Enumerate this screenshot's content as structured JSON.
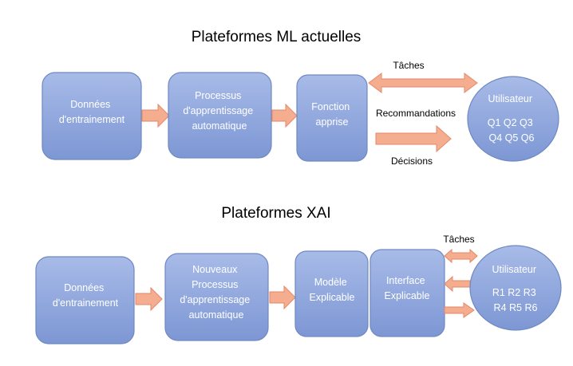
{
  "top": {
    "title": "Plateformes ML actuelles",
    "donnees": [
      "Données",
      "d'entrainement"
    ],
    "processus": [
      "Processus",
      "d'apprentissage",
      "automatique"
    ],
    "fonction": [
      "Fonction",
      "apprise"
    ],
    "utilisateur": [
      "Utilisateur",
      "",
      "Q1 Q2 Q3",
      "Q4 Q5 Q6"
    ],
    "taches": "Tâches",
    "recommandations": "Recommandations",
    "decisions": "Décisions"
  },
  "bottom": {
    "title": "Plateformes XAI",
    "donnees": [
      "Données",
      "d'entrainement"
    ],
    "processus": [
      "Nouveaux",
      "Processus",
      "d'apprentissage",
      "automatique"
    ],
    "modele": [
      "Modèle",
      "Explicable"
    ],
    "interface": [
      "Interface",
      "Explicable"
    ],
    "utilisateur": [
      "Utilisateur",
      "",
      "R1 R2 R3",
      "R4 R5 R6"
    ],
    "taches": "Tâches"
  },
  "colors": {
    "box_top": "#a8bbe8",
    "box_bottom": "#7d97d4",
    "arrow": "#f4ae8f"
  }
}
